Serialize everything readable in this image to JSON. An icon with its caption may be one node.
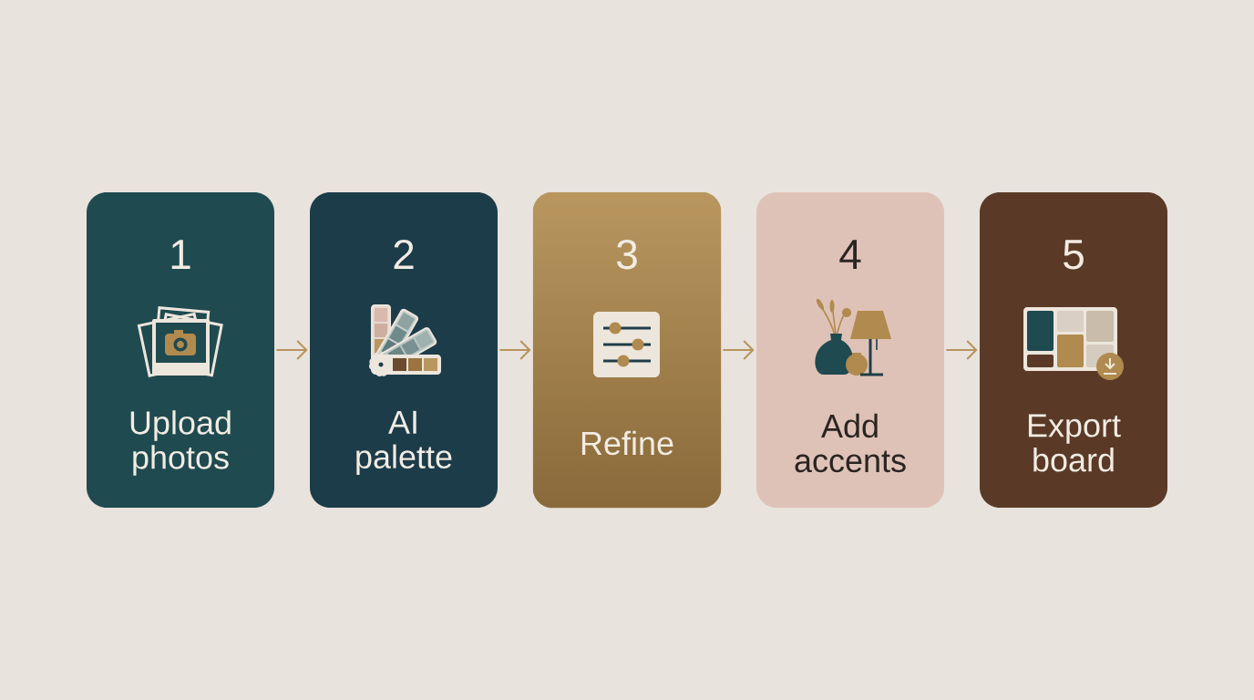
{
  "diagram": {
    "nodes": [
      {
        "text": [
          "1",
          "Upload photos"
        ]
      },
      {
        "text": [
          "2",
          "AI palette"
        ]
      },
      {
        "text": [
          "3",
          "Refine"
        ]
      },
      {
        "text": [
          "4",
          "Add accents"
        ]
      },
      {
        "text": [
          "5",
          "Export board"
        ]
      }
    ],
    "edges": [
      {
        "from": 0,
        "to": 1,
        "arrow": "to"
      },
      {
        "from": 1,
        "to": 2,
        "arrow": "to"
      },
      {
        "from": 2,
        "to": 3,
        "arrow": "to"
      },
      {
        "from": 3,
        "to": 4,
        "arrow": "to"
      }
    ]
  }
}
